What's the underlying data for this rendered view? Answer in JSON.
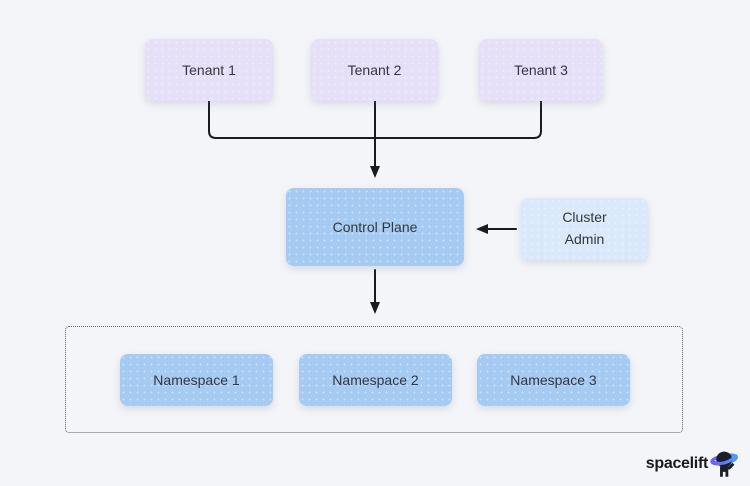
{
  "diagram": {
    "tenants": [
      {
        "label": "Tenant 1"
      },
      {
        "label": "Tenant 2"
      },
      {
        "label": "Tenant 3"
      }
    ],
    "control_plane": {
      "label": "Control Plane"
    },
    "cluster_admin": {
      "label": "Cluster Admin"
    },
    "namespaces": [
      {
        "label": "Namespace 1"
      },
      {
        "label": "Namespace 2"
      },
      {
        "label": "Namespace 3"
      }
    ]
  },
  "branding": {
    "logo_text": "spacelift"
  },
  "colors": {
    "background": "#f4f5f8",
    "tenant_fill": "#e6dff8",
    "node_fill": "#a6cbf3",
    "admin_fill": "#d9e8fb",
    "text": "#35363e",
    "line": "#181b22",
    "dotted_border": "#5c6069",
    "logo_text": "#171a21",
    "logo_dark": "#1a1e29",
    "logo_ring_start": "#6d5ef5",
    "logo_ring_end": "#4e9cf5"
  }
}
